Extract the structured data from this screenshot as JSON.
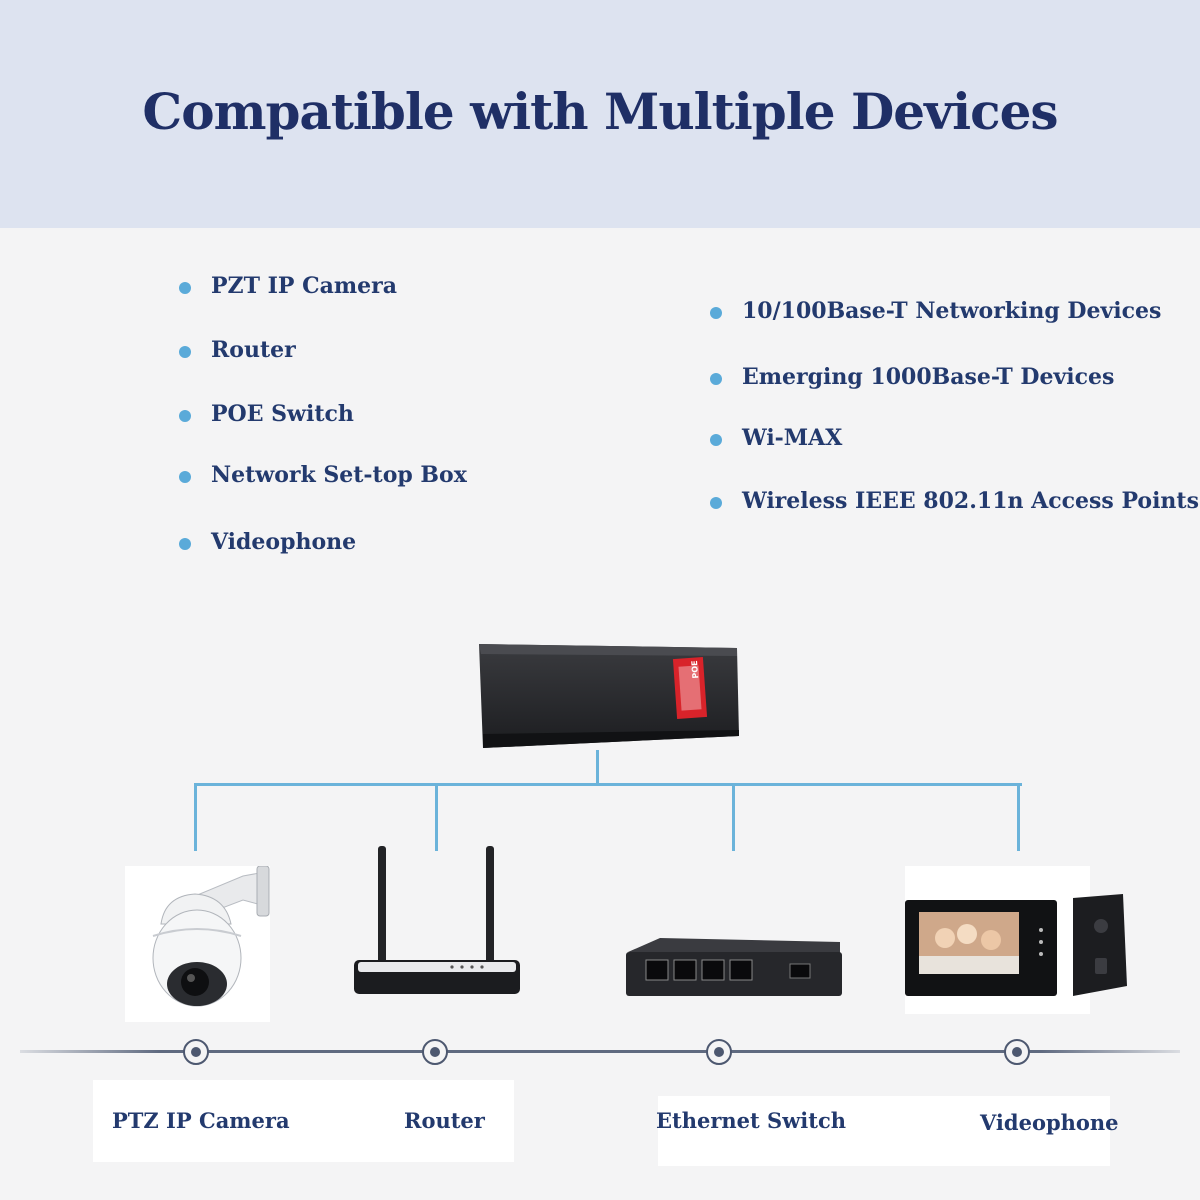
{
  "title": "Compatible with Multiple Devices",
  "left_list": [
    "PZT IP Camera",
    "Router",
    "POE Switch",
    "Network Set-top Box",
    "Videophone"
  ],
  "right_list": [
    "10/100Base-T Networking Devices",
    "Emerging 1000Base-T Devices",
    "Wi-MAX",
    "Wireless IEEE 802.11n Access Points"
  ],
  "devices": [
    {
      "label": "PTZ IP Camera",
      "icon": "ptz-camera-icon"
    },
    {
      "label": "Router",
      "icon": "router-icon"
    },
    {
      "label": "Ethernet Switch",
      "icon": "ethernet-switch-icon"
    },
    {
      "label": "Videophone",
      "icon": "videophone-icon"
    }
  ],
  "center_device": {
    "icon": "poe-injector-icon",
    "badge": "POE"
  },
  "colors": {
    "title": "#1f2f66",
    "text": "#233a6e",
    "bullet": "#5aaad9",
    "connector": "#6bb3da",
    "header_bg": "#dde3f0"
  }
}
